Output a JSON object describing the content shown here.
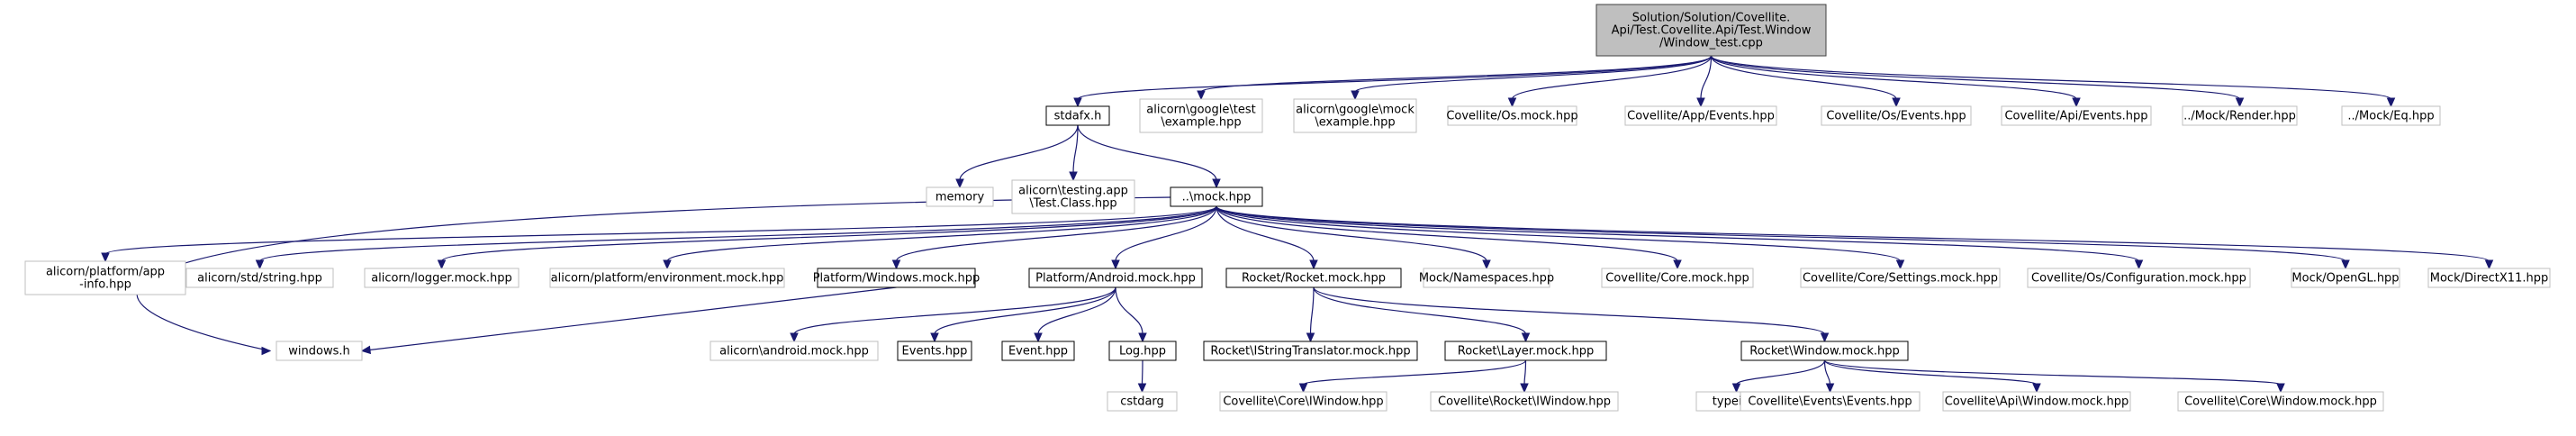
{
  "diagram": {
    "type": "include-dependency-graph",
    "colors": {
      "edge": "#191970",
      "root_fill": "#bfbfbf",
      "root_border": "#404040",
      "project_border": "#000000",
      "external_border": "#bfbfbf",
      "node_fill": "#ffffff"
    },
    "nodes": [
      {
        "id": "root",
        "lines": [
          "Solution/Solution/Covellite.",
          "Api/Test.Covellite.Api/Test.Window",
          "/Window_test.cpp"
        ],
        "kind": "root"
      },
      {
        "id": "stdafx",
        "lines": [
          "stdafx.h"
        ],
        "kind": "project"
      },
      {
        "id": "test_example",
        "lines": [
          "alicorn\\google\\test",
          "\\example.hpp"
        ],
        "kind": "external"
      },
      {
        "id": "mock_example",
        "lines": [
          "alicorn\\google\\mock",
          "\\example.hpp"
        ],
        "kind": "external"
      },
      {
        "id": "os_mock",
        "lines": [
          "Covellite/Os.mock.hpp"
        ],
        "kind": "external"
      },
      {
        "id": "app_events",
        "lines": [
          "Covellite/App/Events.hpp"
        ],
        "kind": "external"
      },
      {
        "id": "os_events",
        "lines": [
          "Covellite/Os/Events.hpp"
        ],
        "kind": "external"
      },
      {
        "id": "api_events",
        "lines": [
          "Covellite/Api/Events.hpp"
        ],
        "kind": "external"
      },
      {
        "id": "mock_render",
        "lines": [
          "../Mock/Render.hpp"
        ],
        "kind": "external"
      },
      {
        "id": "mock_eq",
        "lines": [
          "../Mock/Eq.hpp"
        ],
        "kind": "external"
      },
      {
        "id": "memory",
        "lines": [
          "memory"
        ],
        "kind": "external"
      },
      {
        "id": "testing_app",
        "lines": [
          "alicorn\\testing.app",
          "\\Test.Class.hpp"
        ],
        "kind": "external"
      },
      {
        "id": "mock_hpp",
        "lines": [
          "..\\mock.hpp"
        ],
        "kind": "project"
      },
      {
        "id": "app_info",
        "lines": [
          "alicorn/platform/app",
          "-info.hpp"
        ],
        "kind": "external"
      },
      {
        "id": "std_string",
        "lines": [
          "alicorn/std/string.hpp"
        ],
        "kind": "external"
      },
      {
        "id": "logger_mock",
        "lines": [
          "alicorn/logger.mock.hpp"
        ],
        "kind": "external"
      },
      {
        "id": "env_mock",
        "lines": [
          "alicorn/platform/environment.mock.hpp"
        ],
        "kind": "external"
      },
      {
        "id": "windows_mock",
        "lines": [
          "Platform/Windows.mock.hpp"
        ],
        "kind": "project"
      },
      {
        "id": "android_mock",
        "lines": [
          "Platform/Android.mock.hpp"
        ],
        "kind": "project"
      },
      {
        "id": "rocket_mock",
        "lines": [
          "Rocket/Rocket.mock.hpp"
        ],
        "kind": "project"
      },
      {
        "id": "namespaces",
        "lines": [
          "Mock/Namespaces.hpp"
        ],
        "kind": "external"
      },
      {
        "id": "core_mock",
        "lines": [
          "Covellite/Core.mock.hpp"
        ],
        "kind": "external"
      },
      {
        "id": "settings_mock",
        "lines": [
          "Covellite/Core/Settings.mock.hpp"
        ],
        "kind": "external"
      },
      {
        "id": "config_mock",
        "lines": [
          "Covellite/Os/Configuration.mock.hpp"
        ],
        "kind": "external"
      },
      {
        "id": "opengl",
        "lines": [
          "Mock/OpenGL.hpp"
        ],
        "kind": "external"
      },
      {
        "id": "directx",
        "lines": [
          "Mock/DirectX11.hpp"
        ],
        "kind": "external"
      },
      {
        "id": "windows_h",
        "lines": [
          "windows.h"
        ],
        "kind": "external"
      },
      {
        "id": "android_alicorn",
        "lines": [
          "alicorn\\android.mock.hpp"
        ],
        "kind": "external"
      },
      {
        "id": "events_hpp",
        "lines": [
          "Events.hpp"
        ],
        "kind": "project"
      },
      {
        "id": "event_hpp",
        "lines": [
          "Event.hpp"
        ],
        "kind": "project"
      },
      {
        "id": "log_hpp",
        "lines": [
          "Log.hpp"
        ],
        "kind": "project"
      },
      {
        "id": "cstdarg",
        "lines": [
          "cstdarg"
        ],
        "kind": "external"
      },
      {
        "id": "istring",
        "lines": [
          "Rocket\\IStringTranslator.mock.hpp"
        ],
        "kind": "project"
      },
      {
        "id": "layer_mock",
        "lines": [
          "Rocket\\Layer.mock.hpp"
        ],
        "kind": "project"
      },
      {
        "id": "window_mock",
        "lines": [
          "Rocket\\Window.mock.hpp"
        ],
        "kind": "project"
      },
      {
        "id": "core_iwindow",
        "lines": [
          "Covellite\\Core\\IWindow.hpp"
        ],
        "kind": "external"
      },
      {
        "id": "rocket_iwindow",
        "lines": [
          "Covellite\\Rocket\\IWindow.hpp"
        ],
        "kind": "external"
      },
      {
        "id": "typeinfo",
        "lines": [
          "typeinfo"
        ],
        "kind": "external"
      },
      {
        "id": "events_events",
        "lines": [
          "Covellite\\Events\\Events.hpp"
        ],
        "kind": "external"
      },
      {
        "id": "api_window_mock",
        "lines": [
          "Covellite\\Api\\Window.mock.hpp"
        ],
        "kind": "external"
      },
      {
        "id": "core_window_mock",
        "lines": [
          "Covellite\\Core\\Window.mock.hpp"
        ],
        "kind": "external"
      }
    ],
    "edges": [
      [
        "root",
        "stdafx"
      ],
      [
        "root",
        "test_example"
      ],
      [
        "root",
        "mock_example"
      ],
      [
        "root",
        "os_mock"
      ],
      [
        "root",
        "app_events"
      ],
      [
        "root",
        "os_events"
      ],
      [
        "root",
        "api_events"
      ],
      [
        "root",
        "mock_render"
      ],
      [
        "root",
        "mock_eq"
      ],
      [
        "stdafx",
        "memory"
      ],
      [
        "stdafx",
        "testing_app"
      ],
      [
        "stdafx",
        "mock_hpp"
      ],
      [
        "mock_hpp",
        "app_info"
      ],
      [
        "mock_hpp",
        "std_string"
      ],
      [
        "mock_hpp",
        "logger_mock"
      ],
      [
        "mock_hpp",
        "env_mock"
      ],
      [
        "mock_hpp",
        "windows_mock"
      ],
      [
        "mock_hpp",
        "android_mock"
      ],
      [
        "mock_hpp",
        "rocket_mock"
      ],
      [
        "mock_hpp",
        "namespaces"
      ],
      [
        "mock_hpp",
        "core_mock"
      ],
      [
        "mock_hpp",
        "settings_mock"
      ],
      [
        "mock_hpp",
        "config_mock"
      ],
      [
        "mock_hpp",
        "opengl"
      ],
      [
        "mock_hpp",
        "directx"
      ],
      [
        "mock_hpp",
        "windows_h"
      ],
      [
        "windows_mock",
        "windows_h"
      ],
      [
        "android_mock",
        "android_alicorn"
      ],
      [
        "android_mock",
        "events_hpp"
      ],
      [
        "android_mock",
        "event_hpp"
      ],
      [
        "android_mock",
        "log_hpp"
      ],
      [
        "log_hpp",
        "cstdarg"
      ],
      [
        "rocket_mock",
        "istring"
      ],
      [
        "rocket_mock",
        "layer_mock"
      ],
      [
        "rocket_mock",
        "window_mock"
      ],
      [
        "layer_mock",
        "core_iwindow"
      ],
      [
        "layer_mock",
        "rocket_iwindow"
      ],
      [
        "window_mock",
        "typeinfo"
      ],
      [
        "window_mock",
        "events_events"
      ],
      [
        "window_mock",
        "api_window_mock"
      ],
      [
        "window_mock",
        "core_window_mock"
      ]
    ]
  }
}
